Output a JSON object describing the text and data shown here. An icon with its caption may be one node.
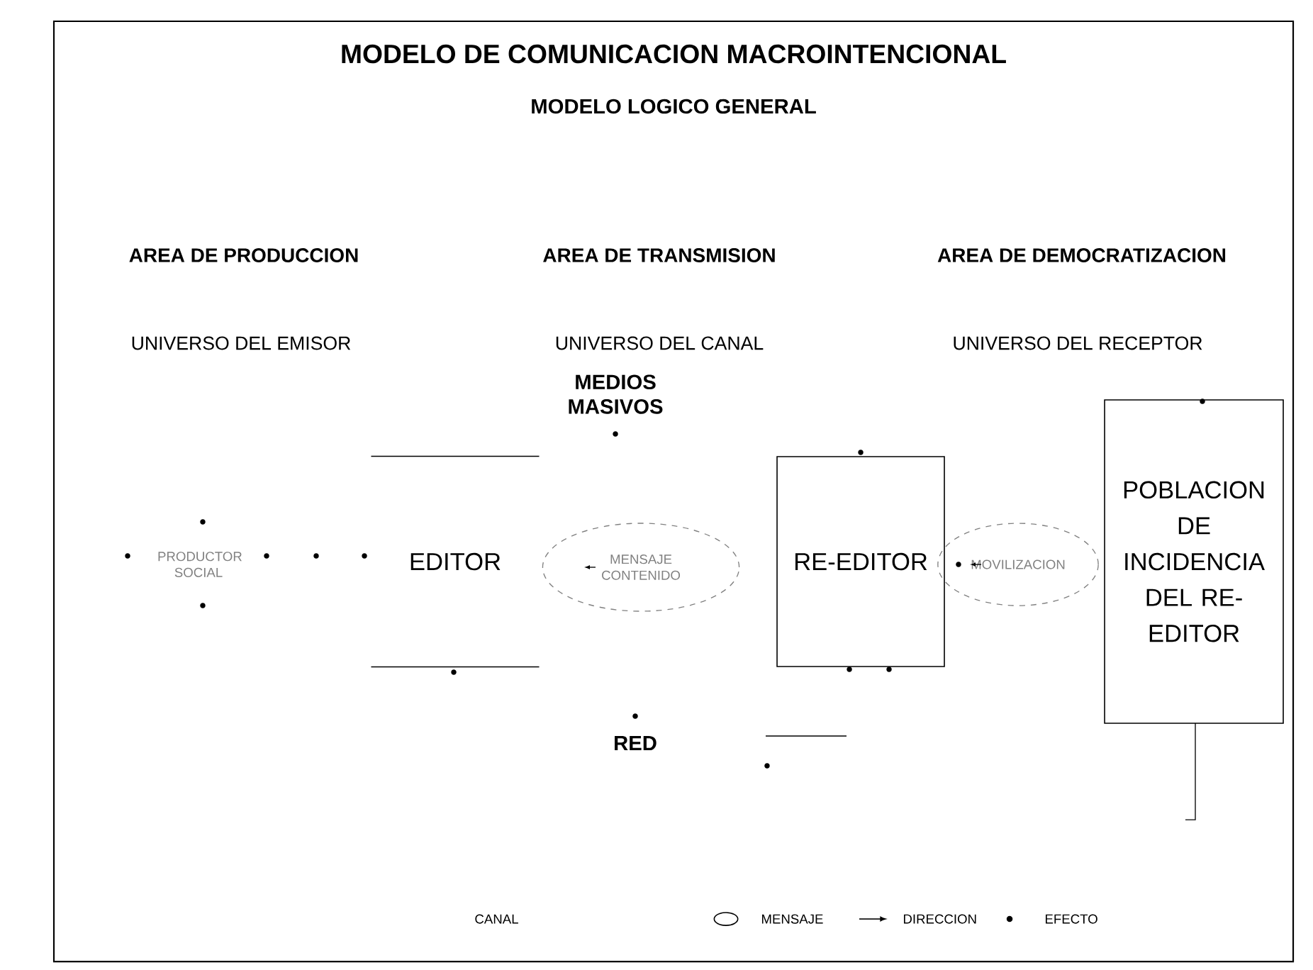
{
  "diagram": {
    "title": "MODELO DE COMUNICACION  MACROINTENCIONAL",
    "nodes": [
      {
        "text": [
          "PRODUCTOR SOCIAL"
        ]
      },
      {
        "text": [
          "EDITOR"
        ]
      },
      {
        "text": [
          "MEDIOS MASIVOS"
        ]
      },
      {
        "text": [
          "MENSAJE CONTENIDO"
        ]
      },
      {
        "text": [
          "RED"
        ]
      },
      {
        "text": [
          "RE-EDITOR"
        ]
      },
      {
        "text": [
          "MOVILIZACION"
        ]
      },
      {
        "text": [
          "POBLACION DE INCIDENCIA DEL RE-EDITOR"
        ]
      }
    ],
    "labels": [
      "MODELO LOGICO GENERAL",
      "AREA DE PRODUCCION",
      "AREA DE TRANSMISION",
      "AREA DE DEMOCRATIZACION",
      "UNIVERSO DEL EMISOR",
      "UNIVERSO DEL CANAL",
      "UNIVERSO DEL RECEPTOR"
    ],
    "legend": [
      {
        "text": "CANAL"
      },
      {
        "text": "MENSAJE"
      },
      {
        "text": "DIRECCION"
      },
      {
        "text": "EFECTO"
      }
    ]
  }
}
